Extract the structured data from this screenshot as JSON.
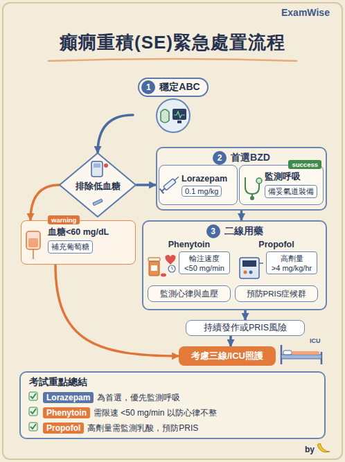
{
  "diagram": {
    "title": "癲癇重積(SE)緊急處置流程",
    "nodes": [
      {
        "text": [
          "1",
          "穩定ABC"
        ]
      },
      {
        "text": [
          "排除低血糖"
        ]
      },
      {
        "text": [
          "2",
          "首選BZD"
        ]
      },
      {
        "text": [
          "Lorazepam",
          "0.1 mg/kg"
        ],
        "in": 2
      },
      {
        "text": [
          "success",
          "監測呼吸",
          "備妥氣道裝備"
        ],
        "in": 2
      },
      {
        "text": [
          "warning",
          "血糖<60 mg/dL",
          "補充葡萄糖"
        ]
      },
      {
        "text": [
          "3",
          "二線用藥"
        ]
      },
      {
        "text": [
          "Phenytoin",
          "輸注速度",
          "<50 mg/min"
        ],
        "in": 6
      },
      {
        "text": [
          "監測心律與血壓"
        ],
        "in": 6
      },
      {
        "text": [
          "Propofol",
          "高劑量",
          ">4 mg/kg/hr"
        ],
        "in": 6
      },
      {
        "text": [
          "預防PRIS症候群"
        ],
        "in": 6
      },
      {
        "text": [
          "持續發作或PRIS風險"
        ]
      },
      {
        "text": [
          "考慮三線/ICU照護"
        ]
      },
      {
        "text": [
          "考試重點總結"
        ]
      },
      {
        "text": [
          "Lorazepam",
          "為首選，優先監測呼吸"
        ],
        "in": 13
      },
      {
        "text": [
          "Phenytoin",
          "需限速 <50 mg/min 以防心律不整"
        ],
        "in": 13
      },
      {
        "text": [
          "Propofol",
          "高劑量需監測乳酸，預防PRIS"
        ],
        "in": 13
      }
    ],
    "edges": [
      {
        "from": 0,
        "to": 1,
        "arrow": "to"
      },
      {
        "from": 1,
        "to": 2,
        "arrow": "to"
      },
      {
        "from": 1,
        "to": 5,
        "arrow": "to"
      },
      {
        "from": 2,
        "to": 6,
        "arrow": "to"
      },
      {
        "from": 6,
        "to": 11,
        "arrow": "to"
      },
      {
        "from": 11,
        "to": 12,
        "arrow": "to"
      },
      {
        "from": 5,
        "to": 12,
        "arrow": "to"
      }
    ],
    "labels": [
      "ExamWise",
      "ICU",
      "by"
    ]
  }
}
